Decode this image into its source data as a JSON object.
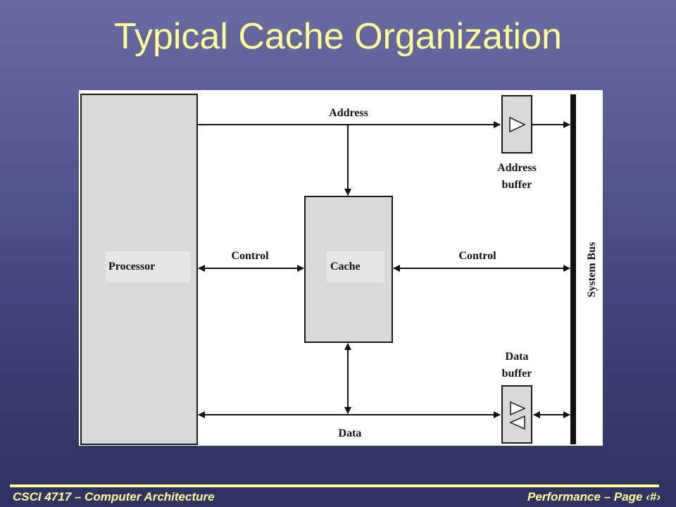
{
  "slide": {
    "title": "Typical Cache Organization"
  },
  "diagram": {
    "blocks": {
      "processor": "Processor",
      "cache": "Cache",
      "address_buffer_line1": "Address",
      "address_buffer_line2": "buffer",
      "data_buffer_line1": "Data",
      "data_buffer_line2": "buffer",
      "system_bus": "System Bus"
    },
    "connections": {
      "address": "Address",
      "control_left": "Control",
      "control_right": "Control",
      "data": "Data"
    },
    "colors": {
      "block_fill": "#d9d9d9",
      "block_stroke": "#1a1a1a",
      "line": "#111111"
    }
  },
  "footer": {
    "course": "CSCI 4717 – Computer Architecture",
    "page": "Performance – Page ‹#›"
  }
}
